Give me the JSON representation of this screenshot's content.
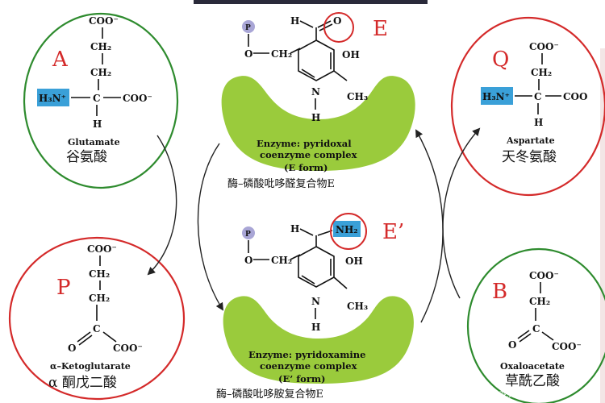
{
  "molecules": {
    "glutamate": {
      "letter": "A",
      "coo_top": "COO⁻",
      "ch2_a": "CH₂",
      "ch2_b": "CH₂",
      "amino": "H₃N⁺",
      "c": "C",
      "coo_right": "COO⁻",
      "h": "H",
      "name_en": "Glutamate",
      "name_cn": "谷氨酸"
    },
    "ketoglutarate": {
      "letter": "P",
      "coo_top": "COO⁻",
      "ch2_a": "CH₂",
      "ch2_b": "CH₂",
      "o": "O",
      "c": "C",
      "coo_right": "COO⁻",
      "name_en": "α–Ketoglutarate",
      "name_cn": "α 酮戊二酸"
    },
    "aspartate": {
      "letter": "Q",
      "coo_top": "COO⁻",
      "ch2": "CH₂",
      "amino": "H₃N⁺",
      "c": "C",
      "coo_right": "COO",
      "h": "H",
      "name_en": "Aspartate",
      "name_cn": "天冬氨酸"
    },
    "oxaloacetate": {
      "letter": "B",
      "coo_top": "COO⁻",
      "ch2": "CH₂",
      "o": "O",
      "c": "C",
      "coo_right": "COO⁻",
      "name_en": "Oxaloacetate",
      "name_cn": "草酰乙酸"
    }
  },
  "enzyme_e": {
    "letter": "E",
    "phosphate": "P",
    "o": "O",
    "ch2": "CH₂",
    "h": "H",
    "aldehyde_o": "O",
    "oh": "OH",
    "n": "N",
    "nh": "H",
    "ch3": "CH₃",
    "label_1": "Enzyme: pyridoxal",
    "label_2": "coenzyme complex",
    "label_3": "(E form)",
    "label_cn": "酶–磷酸吡哆醛复合物E"
  },
  "enzyme_e_prime": {
    "letter": "E’",
    "phosphate": "P",
    "o": "O",
    "ch2": "CH₂",
    "h": "H",
    "nh2": "NH₂",
    "oh": "OH",
    "n": "N",
    "nh": "H",
    "ch3": "CH₃",
    "label_1": "Enzyme: pyridoxamine",
    "label_2": "coenzyme complex",
    "label_3": "(E’ form)",
    "label_cn": "酶–磷酸吡哆胺复合物E"
  },
  "watermark": "CSDN @龙共宝宁宋水",
  "colors": {
    "green_ring": "#2e8b2e",
    "red_ring": "#d42a2a",
    "letter_red": "#d42a2a",
    "enzyme_green": "#9acb3c",
    "amino_box": "#3aa0d8",
    "phosphate_circle": "#a9a6d6"
  }
}
